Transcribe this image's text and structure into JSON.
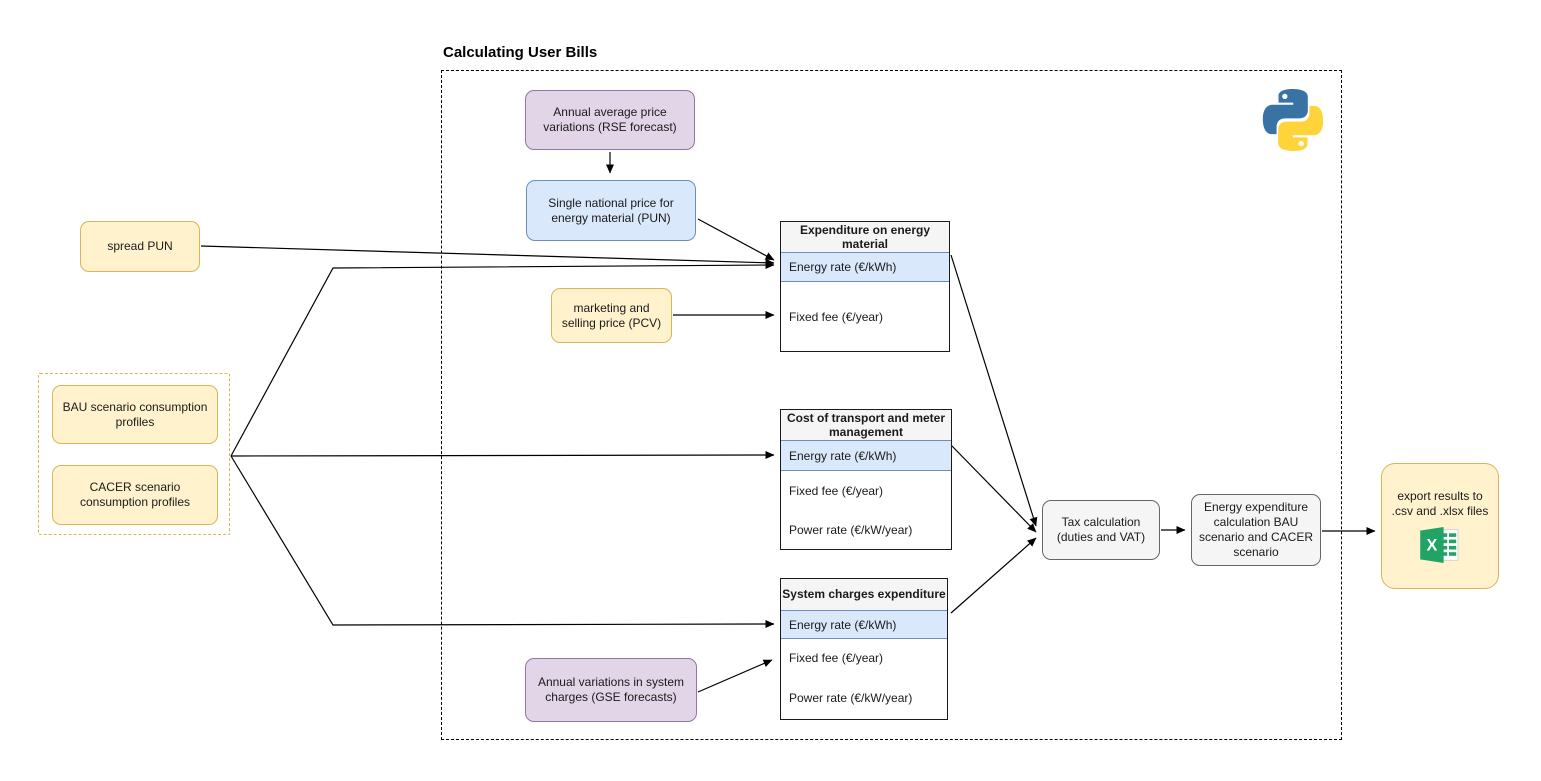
{
  "title": "Calculating User Bills",
  "nodes": {
    "rse": "Annual average price variations (RSE forecast)",
    "pun": "Single national price for energy material (PUN)",
    "spread_pun": "spread PUN",
    "pcv": "marketing and selling price (PCV)",
    "bau": "BAU scenario consumption profiles",
    "cacer": "CACER scenario consumption profiles",
    "gse": "Annual variations in system charges (GSE forecasts)",
    "tax": "Tax calculation (duties and VAT)",
    "energy_expenditure": "Energy expenditure calculation BAU scenario and CACER scenario",
    "export": "export results to .csv and .xlsx files"
  },
  "tables": {
    "expenditure": {
      "header": "Expenditure on energy material",
      "rows": [
        "Energy rate (€/kWh)",
        "Fixed fee (€/year)"
      ]
    },
    "transport": {
      "header": "Cost of transport and meter management",
      "rows": [
        "Energy rate (€/kWh)",
        "Fixed fee (€/year)",
        "Power rate (€/kW/year)"
      ]
    },
    "system_charges": {
      "header": "System charges expenditure",
      "rows": [
        "Energy rate (€/kWh)",
        "Fixed fee (€/year)",
        "Power rate (€/kW/year)"
      ]
    }
  },
  "icons": {
    "python": "python-logo",
    "excel": "excel-spreadsheet-icon"
  },
  "colors": {
    "yellow_fill": "#FFF2CC",
    "yellow_border": "#D6B656",
    "purple_fill": "#E1D5E7",
    "purple_border": "#9673A6",
    "blue_fill": "#DAE8FC",
    "blue_border": "#6C8EBF",
    "gray_fill": "#F5F5F5",
    "gray_border": "#666666",
    "row_highlight": "#DAE8FC",
    "connector": "#000000",
    "python_blue": "#3873A3",
    "python_yellow": "#FFD43B",
    "excel_green": "#21A366"
  }
}
